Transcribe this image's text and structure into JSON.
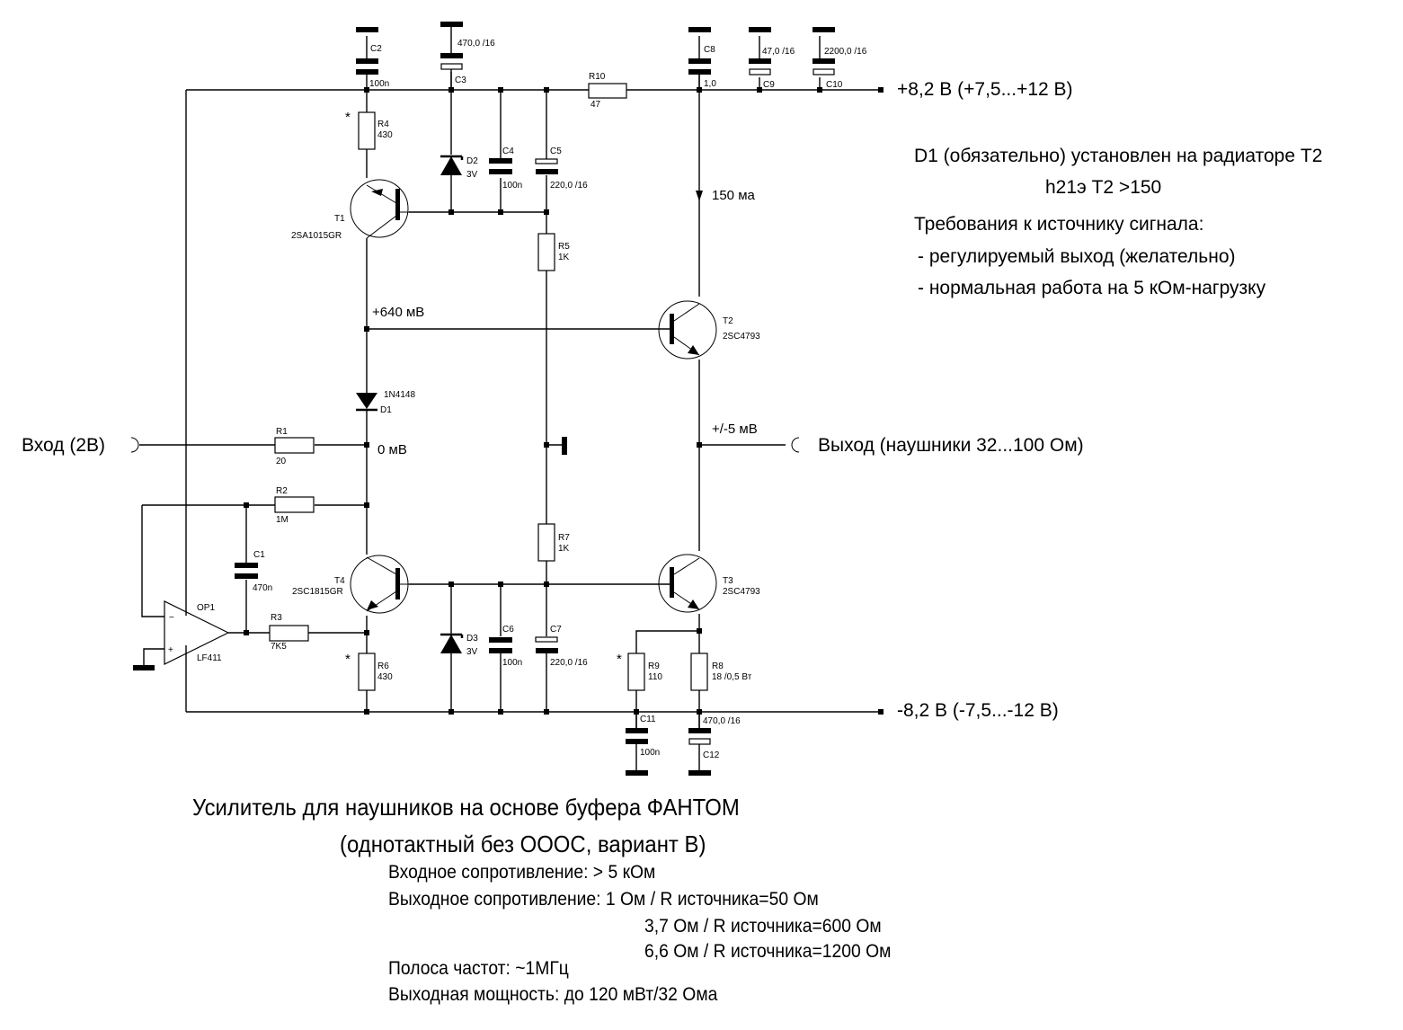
{
  "title": {
    "line1": "Усилитель для наушников на основе буфера ФАНТОМ",
    "line2": "(однотактный без ОООС, вариант В)"
  },
  "specs": {
    "input_resistance": "Входное сопротивление: > 5 кОм",
    "output_resistance_1": "Выходное сопротивление: 1 Ом / R источника=50 Ом",
    "output_resistance_2": "3,7 Ом / R источника=600 Ом",
    "output_resistance_3": "6,6 Ом / R источника=1200 Ом",
    "bandwidth": "Полоса частот: ~1МГц",
    "output_power": "Выходная мощность: до 120 мВт/32 Ома"
  },
  "notes": {
    "d1_note": "D1 (обязательно) установлен на радиаторе T2",
    "h21_note": "h21э T2 >150",
    "req_title": "Требования к источнику сигнала:",
    "req_1": "- регулируемый выход (желательно)",
    "req_2": "- нормальная работа на 5 кОм-нагрузку"
  },
  "terminals": {
    "vpos": "+8,2 В (+7,5...+12 В)",
    "vneg": "-8,2 В (-7,5...-12 В)",
    "input": "Вход (2В)",
    "output": "Выход (наушники 32...100 Ом)"
  },
  "measurements": {
    "v640": "+640 мВ",
    "v0": "0 мВ",
    "vout": "+/-5 мВ",
    "i150": "150 ма"
  },
  "components": {
    "C1": {
      "ref": "C1",
      "value": "470n"
    },
    "C2": {
      "ref": "C2",
      "value": "100n"
    },
    "C3": {
      "ref": "C3",
      "value": "470,0 /16"
    },
    "C4": {
      "ref": "C4",
      "value": "100n"
    },
    "C5": {
      "ref": "C5",
      "value": "220,0 /16"
    },
    "C6": {
      "ref": "C6",
      "value": "100n"
    },
    "C7": {
      "ref": "C7",
      "value": "220,0 /16"
    },
    "C8": {
      "ref": "C8",
      "value": "1,0"
    },
    "C9": {
      "ref": "C9",
      "value": "47,0 /16"
    },
    "C10": {
      "ref": "C10",
      "value": "2200,0 /16"
    },
    "C11": {
      "ref": "C11",
      "value": "100n"
    },
    "C12": {
      "ref": "C12",
      "value": "470,0 /16"
    },
    "R1": {
      "ref": "R1",
      "value": "20"
    },
    "R2": {
      "ref": "R2",
      "value": "1M"
    },
    "R3": {
      "ref": "R3",
      "value": "7K5"
    },
    "R4": {
      "ref": "R4",
      "value": "430"
    },
    "R5": {
      "ref": "R5",
      "value": "1K"
    },
    "R6": {
      "ref": "R6",
      "value": "430"
    },
    "R7": {
      "ref": "R7",
      "value": "1K"
    },
    "R8": {
      "ref": "R8",
      "value": "18 /0,5 Вт"
    },
    "R9": {
      "ref": "R9",
      "value": "110"
    },
    "R10": {
      "ref": "R10",
      "value": "47"
    },
    "D1": {
      "ref": "D1",
      "value": "1N4148"
    },
    "D2": {
      "ref": "D2",
      "value": "3V"
    },
    "D3": {
      "ref": "D3",
      "value": "3V"
    },
    "T1": {
      "ref": "T1",
      "value": "2SA1015GR"
    },
    "T2": {
      "ref": "T2",
      "value": "2SC4793"
    },
    "T3": {
      "ref": "T3",
      "value": "2SC4793"
    },
    "T4": {
      "ref": "T4",
      "value": "2SC1815GR"
    },
    "OP1": {
      "ref": "OP1",
      "value": "LF411",
      "minus": "−",
      "plus": "+"
    }
  },
  "select_marker": "*"
}
